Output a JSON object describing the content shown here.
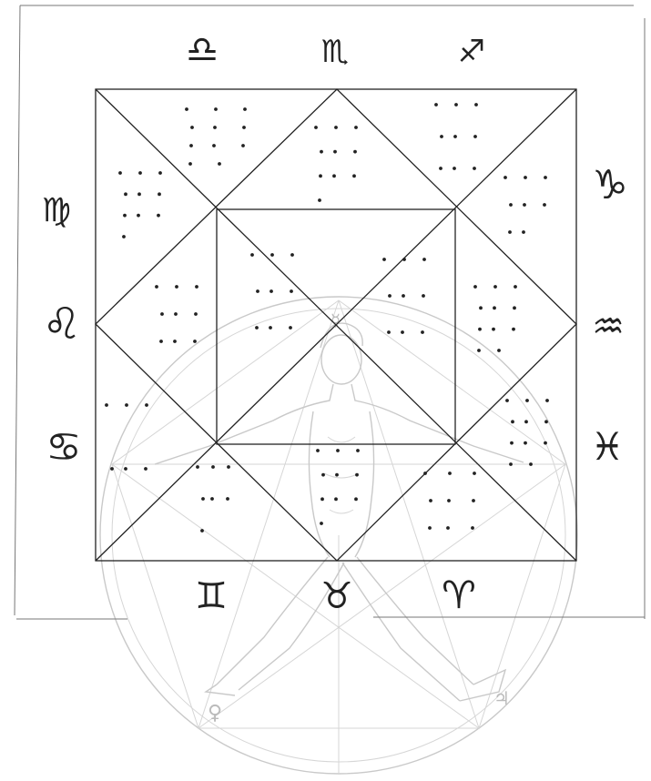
{
  "diagram": {
    "houses": [
      {
        "id": "h1",
        "dots": 11
      },
      {
        "id": "h2",
        "dots": 10
      },
      {
        "id": "h3",
        "dots": 9
      },
      {
        "id": "h4",
        "dots": 8
      },
      {
        "id": "h5",
        "dots": 11
      },
      {
        "id": "h6",
        "dots": 11
      },
      {
        "id": "h7",
        "dots": 9
      },
      {
        "id": "h8",
        "dots": 10
      },
      {
        "id": "h9",
        "dots": 7
      },
      {
        "id": "h10",
        "dots": 6
      },
      {
        "id": "h11",
        "dots": 9
      },
      {
        "id": "h12",
        "dots": 10
      },
      {
        "id": "center-left",
        "dots": 9
      },
      {
        "id": "center-right",
        "dots": 9
      }
    ],
    "zodiac_signs": {
      "libra": "♎",
      "scorpio": "♏",
      "sagittarius": "♐",
      "capricorn": "♑",
      "aquarius": "♒",
      "pisces": "♓",
      "aries": "♈",
      "taurus": "♉",
      "gemini": "♊",
      "cancer": "♋",
      "leo": "♌",
      "virgo": "♍"
    },
    "planet_marks": {
      "head": "☿",
      "left_foot": "♀",
      "right_foot": "♃"
    },
    "colors": {
      "ink": "#222222",
      "watermark": "#c9c9c9",
      "frame": "#777777"
    }
  }
}
